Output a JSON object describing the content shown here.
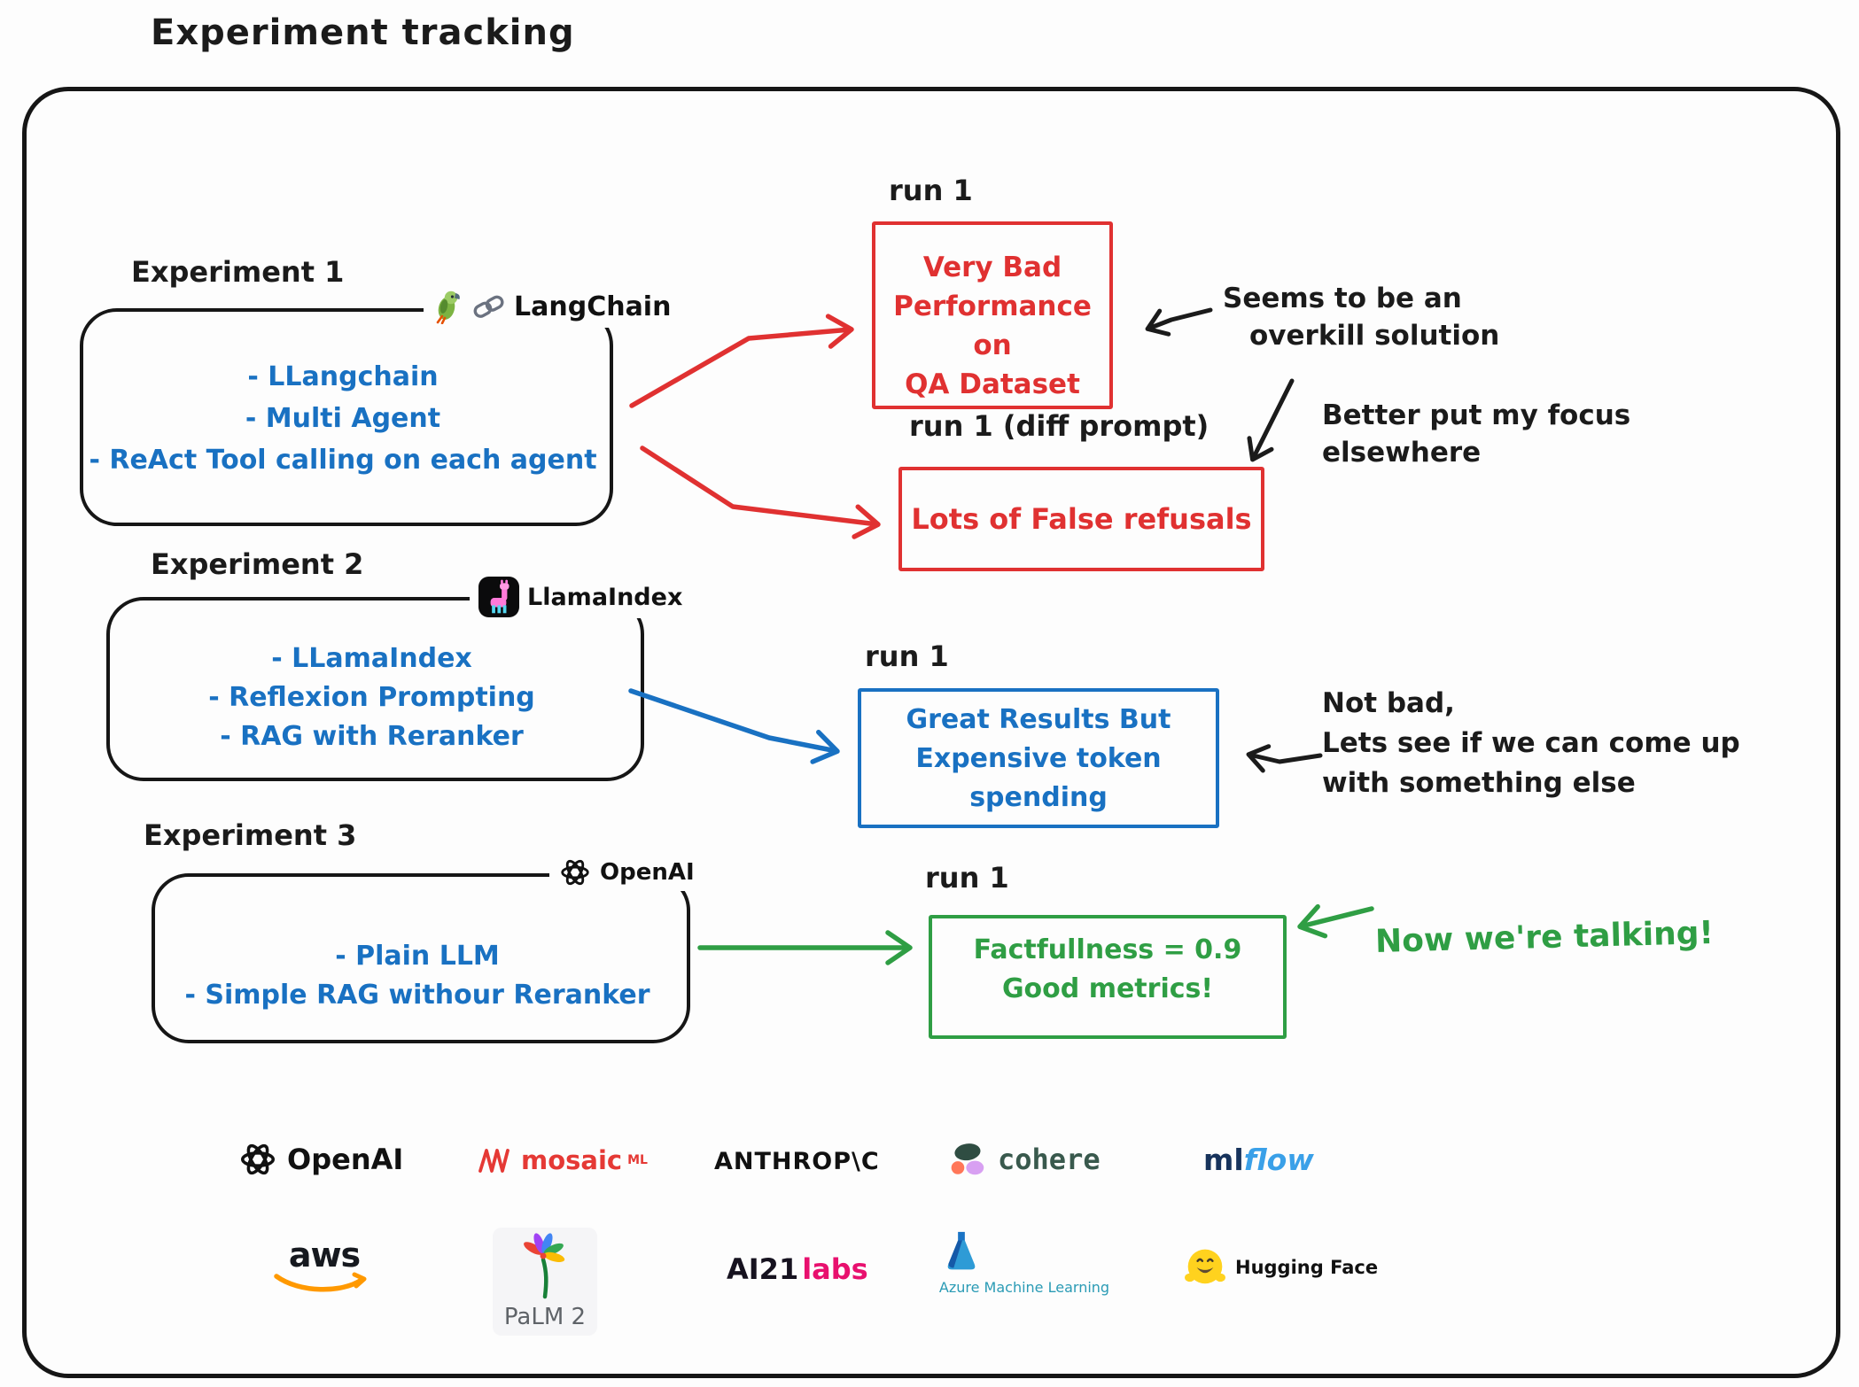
{
  "title": "Experiment tracking",
  "colors": {
    "ink": "#1b1b1b",
    "red": "#e03131",
    "blue": "#1971c2",
    "green": "#2f9e44",
    "bullet_blue": "#1971c2"
  },
  "experiments": [
    {
      "label": "Experiment 1",
      "logo_text": "LangChain",
      "bullets": [
        "- LLangchain",
        "- Multi Agent",
        "- ReAct Tool calling on each agent"
      ]
    },
    {
      "label": "Experiment 2",
      "logo_text": "LlamaIndex",
      "bullets": [
        "- LLamaIndex",
        "- Reflexion Prompting",
        "- RAG with Reranker"
      ]
    },
    {
      "label": "Experiment 3",
      "logo_text": "OpenAI",
      "bullets": [
        "- Plain LLM",
        "- Simple RAG withour Reranker"
      ]
    }
  ],
  "runs": [
    {
      "label": "run 1",
      "color": "#e03131",
      "lines": [
        "Very Bad",
        "Performance on",
        "QA Dataset"
      ]
    },
    {
      "label": "run 1 (diff prompt)",
      "color": "#e03131",
      "lines": [
        "Lots of False refusals"
      ]
    },
    {
      "label": "run 1",
      "color": "#1971c2",
      "lines": [
        "Great Results But",
        "Expensive token",
        "spending"
      ]
    },
    {
      "label": "run 1",
      "color": "#2f9e44",
      "lines": [
        "Factfullness = 0.9",
        "Good metrics!"
      ]
    }
  ],
  "annotations": [
    {
      "lines": [
        "Seems to be an",
        "overkill solution"
      ]
    },
    {
      "lines": [
        "Better put my focus",
        "elsewhere"
      ]
    },
    {
      "lines": [
        "Not bad,",
        "Lets see if we can come up",
        "with something else"
      ]
    },
    {
      "lines": [
        "Now we're talking!"
      ]
    }
  ],
  "logos": {
    "row1": [
      {
        "name": "openai",
        "text": "OpenAI"
      },
      {
        "name": "mosaicml",
        "text": "mosaic",
        "sup": "ML"
      },
      {
        "name": "anthropic",
        "text": "ANTHROP\\C"
      },
      {
        "name": "cohere",
        "text": "cohere"
      },
      {
        "name": "mlflow",
        "ml": "ml",
        "flow": "flow"
      }
    ],
    "row2": [
      {
        "name": "aws",
        "text": "aws"
      },
      {
        "name": "palm2",
        "text": "PaLM 2"
      },
      {
        "name": "ai21labs",
        "ai21": "AI21",
        "labs": "labs"
      },
      {
        "name": "azure-ml",
        "text": "Azure Machine Learning"
      },
      {
        "name": "huggingface",
        "text": "Hugging Face"
      }
    ]
  }
}
